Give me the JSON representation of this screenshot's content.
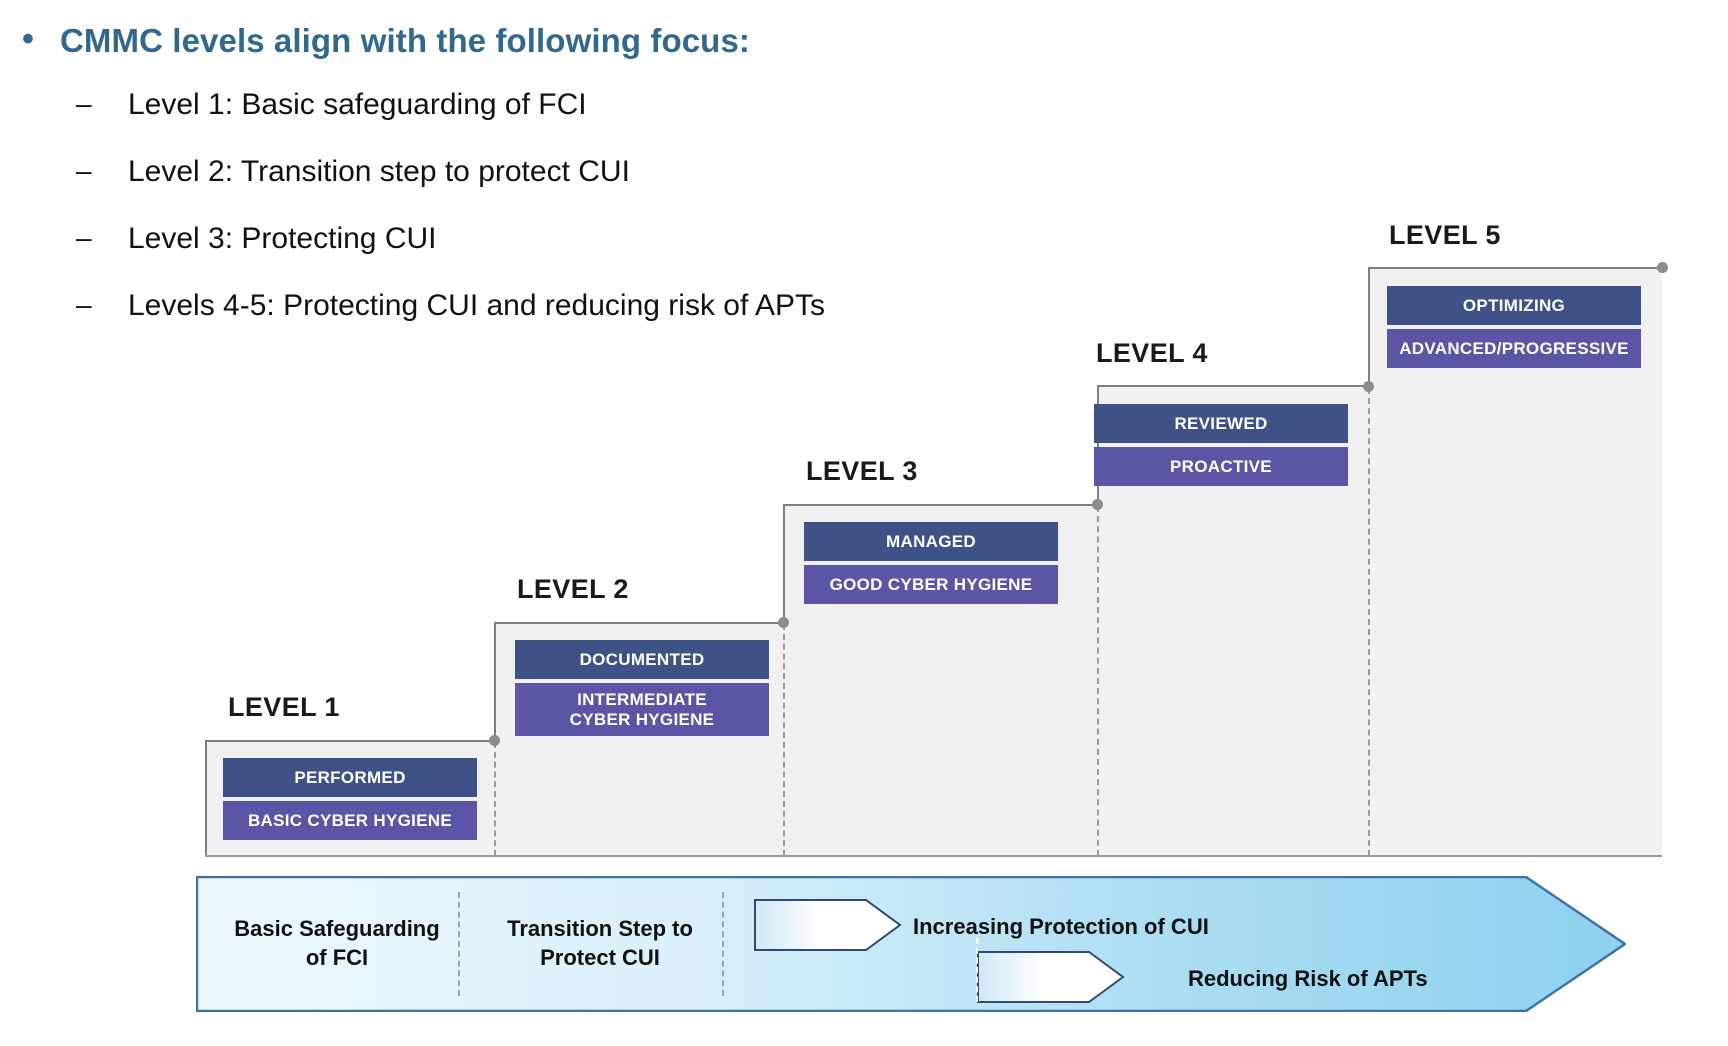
{
  "slide": {
    "title": "CMMC levels align with the following focus:",
    "bullet_marker": "•",
    "sub_marker": "–",
    "sub_points": [
      "Level 1: Basic safeguarding of FCI",
      "Level 2: Transition step to protect CUI",
      "Level 3: Protecting CUI",
      "Levels 4-5: Protecting CUI and reducing risk of APTs"
    ]
  },
  "colors": {
    "title_blue": "#31688e",
    "bar_dark": "#3f5287",
    "bar_light": "#5a55a4",
    "panel_fill": "#f1f1f1",
    "panel_border": "#7f7f7f",
    "banner_stroke": "#2f5b87",
    "banner_fill_left": "#eef8fd",
    "banner_fill_right": "#8fd0ee"
  },
  "staircase": {
    "levels": [
      {
        "label": "LEVEL 1",
        "process": "PERFORMED",
        "practice": "BASIC CYBER HYGIENE"
      },
      {
        "label": "LEVEL 2",
        "process": "DOCUMENTED",
        "practice": "INTERMEDIATE\nCYBER HYGIENE"
      },
      {
        "label": "LEVEL 3",
        "process": "MANAGED",
        "practice": "GOOD CYBER HYGIENE"
      },
      {
        "label": "LEVEL 4",
        "process": "REVIEWED",
        "practice": "PROACTIVE"
      },
      {
        "label": "LEVEL 5",
        "process": "OPTIMIZING",
        "practice": "ADVANCED/PROGRESSIVE"
      }
    ]
  },
  "banner": {
    "cells": [
      "Basic Safeguarding\nof FCI",
      "Transition Step to\nProtect CUI"
    ],
    "notes": [
      "Increasing Protection of CUI",
      "Reducing Risk of APTs"
    ]
  }
}
